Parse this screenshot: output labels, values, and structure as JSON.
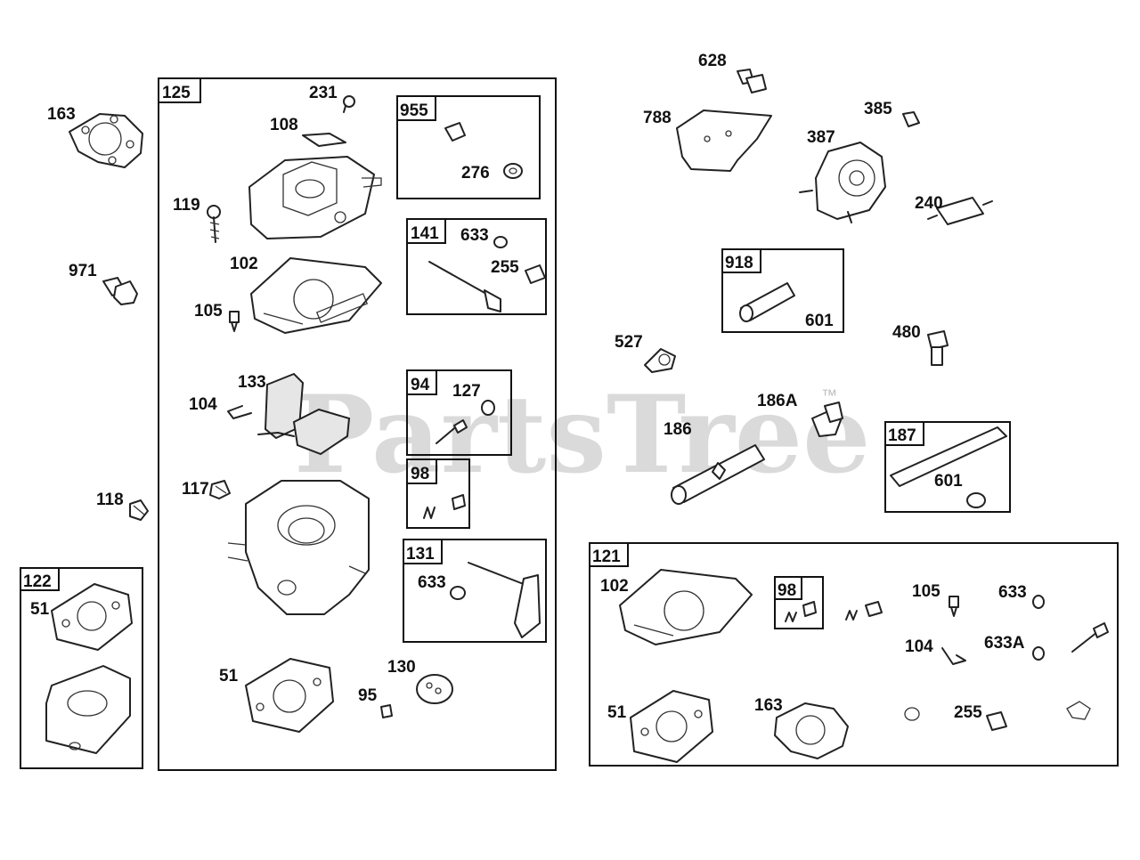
{
  "watermark": {
    "text": "PartsTree",
    "tm": "™"
  },
  "groups": [
    {
      "id": "125",
      "label": "125"
    },
    {
      "id": "955",
      "label": "955"
    },
    {
      "id": "141",
      "label": "141"
    },
    {
      "id": "94",
      "label": "94"
    },
    {
      "id": "98a",
      "label": "98"
    },
    {
      "id": "131",
      "label": "131"
    },
    {
      "id": "122",
      "label": "122"
    },
    {
      "id": "918",
      "label": "918"
    },
    {
      "id": "187",
      "label": "187"
    },
    {
      "id": "121",
      "label": "121"
    },
    {
      "id": "98b",
      "label": "98"
    }
  ],
  "callouts": {
    "c163a": "163",
    "c971": "971",
    "c118": "118",
    "c51a": "51",
    "c231": "231",
    "c108": "108",
    "c119": "119",
    "c102a": "102",
    "c105a": "105",
    "c276": "276",
    "c633a": "633",
    "c255a": "255",
    "c133": "133",
    "c104a": "104",
    "c127": "127",
    "c117": "117",
    "c633b": "633",
    "c51b": "51",
    "c130": "130",
    "c95": "95",
    "c628": "628",
    "c788": "788",
    "c385": "385",
    "c387": "387",
    "c240": "240",
    "c601a": "601",
    "c527": "527",
    "c480": "480",
    "c186A": "186A",
    "c186": "186",
    "c601b": "601",
    "c102b": "102",
    "c105b": "105",
    "c633c": "633",
    "c104b": "104",
    "c633A": "633A",
    "c51c": "51",
    "c163b": "163",
    "c255b": "255"
  }
}
